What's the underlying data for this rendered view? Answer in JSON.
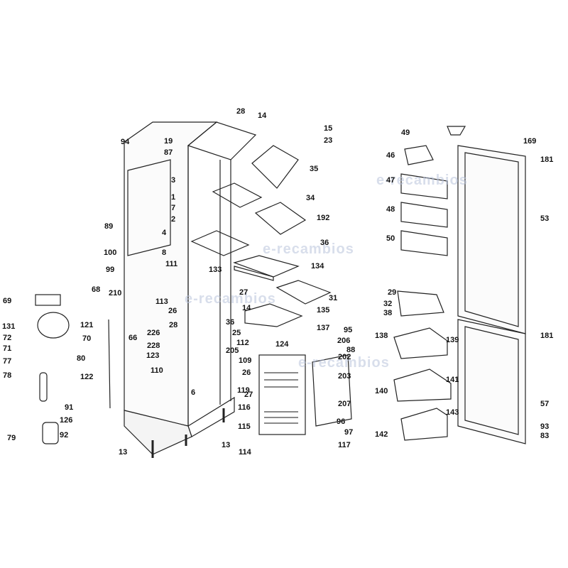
{
  "diagram": {
    "type": "exploded-parts-diagram",
    "subject": "refrigerator",
    "watermark": "e-recambios",
    "part_labels": [
      "28",
      "14",
      "15",
      "23",
      "94",
      "19",
      "87",
      "35",
      "3",
      "34",
      "1",
      "7",
      "2",
      "192",
      "89",
      "4",
      "36",
      "8",
      "100",
      "111",
      "133",
      "134",
      "99",
      "68",
      "210",
      "27",
      "31",
      "69",
      "113",
      "26",
      "14",
      "135",
      "131",
      "121",
      "28",
      "36",
      "66",
      "25",
      "137",
      "226",
      "72",
      "70",
      "112",
      "95",
      "71",
      "228",
      "109",
      "205",
      "124",
      "206",
      "88",
      "80",
      "77",
      "202",
      "123",
      "110",
      "26",
      "203",
      "78",
      "122",
      "6",
      "27",
      "119",
      "207",
      "91",
      "126",
      "116",
      "96",
      "79",
      "92",
      "115",
      "97",
      "117",
      "13",
      "13",
      "114",
      "49",
      "169",
      "46",
      "181",
      "47",
      "48",
      "53",
      "50",
      "29",
      "32",
      "38",
      "181",
      "138",
      "139",
      "141",
      "140",
      "143",
      "57",
      "142",
      "93",
      "83"
    ]
  }
}
